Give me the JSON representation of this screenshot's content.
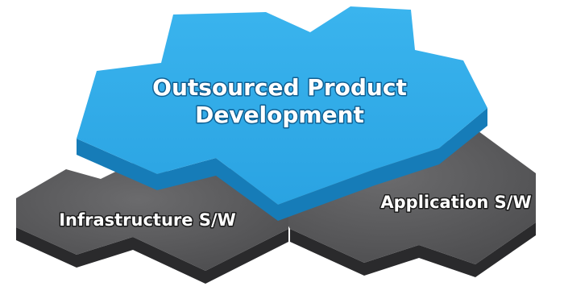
{
  "blocks": {
    "top": {
      "line1": "Outsourced Product",
      "line2": "Development"
    },
    "left": {
      "label": "Infrastructure S/W"
    },
    "right": {
      "label": "Application S/W"
    }
  },
  "colors": {
    "blue_top": "#2eaae7",
    "blue_side": "#167cb8",
    "dark_top": "#58585a",
    "dark_side": "#2a2a2c",
    "label_text": "#ffffff"
  }
}
